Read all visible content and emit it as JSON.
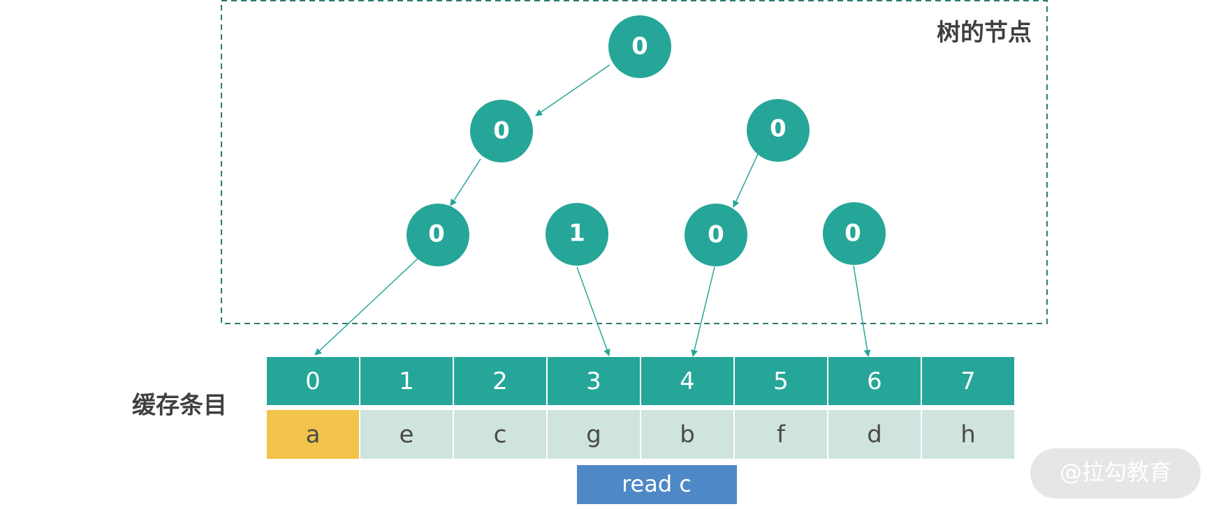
{
  "colors": {
    "node": "#26a698",
    "edge": "#26a698",
    "index_cell": "#26a698",
    "value_cell": "#cfe3df",
    "highlight_cell": "#f2c44b",
    "operation": "#4f88c6",
    "dashed_border": "#2a7a70",
    "watermark": "#e6e6e6"
  },
  "tree_label": "树的节点",
  "cache_label": "缓存条目",
  "tree": {
    "root": "0",
    "level1": [
      "0",
      "0"
    ],
    "level2": [
      "0",
      "1",
      "0",
      "0"
    ]
  },
  "cache": {
    "indices": [
      "0",
      "1",
      "2",
      "3",
      "4",
      "5",
      "6",
      "7"
    ],
    "values": [
      "a",
      "e",
      "c",
      "g",
      "b",
      "f",
      "d",
      "h"
    ],
    "highlighted_index": 0
  },
  "operation_label": "read c",
  "watermark": "@拉勾教育"
}
